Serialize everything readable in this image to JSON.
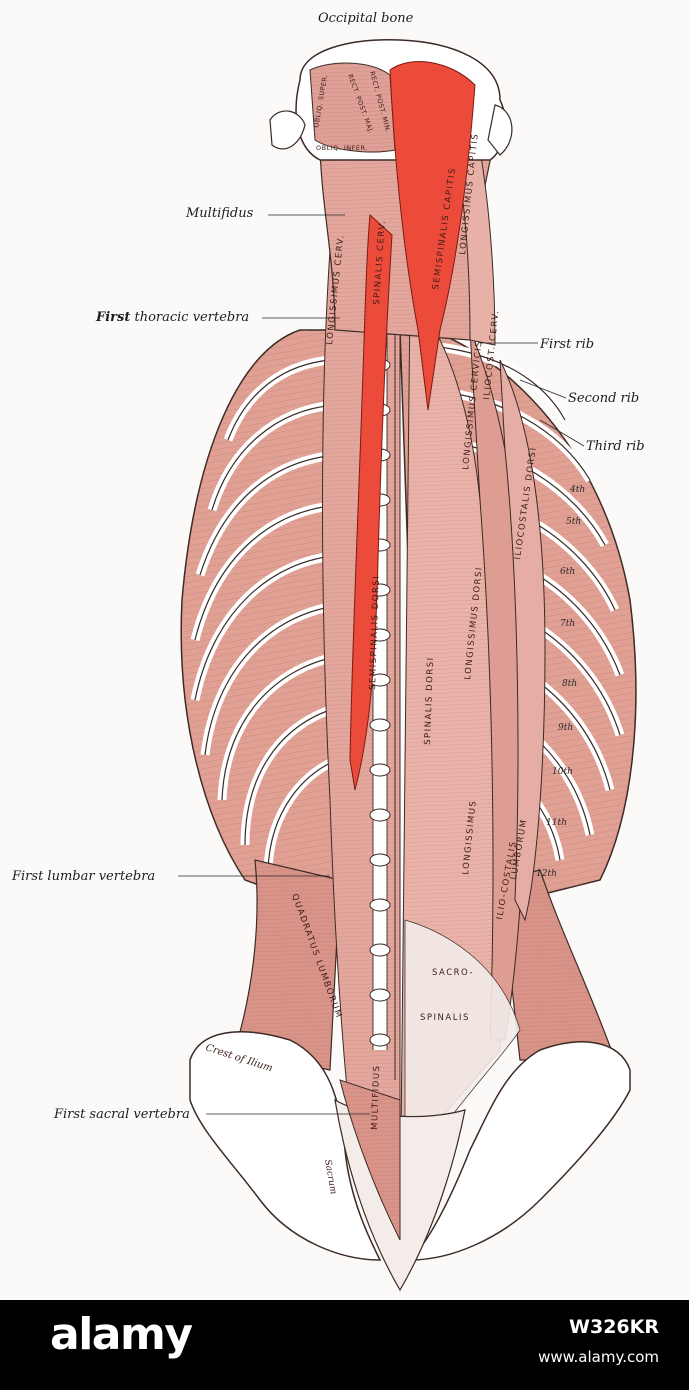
{
  "labels": {
    "occipital_bone": "Occipital bone",
    "multifidus": "Multifidus",
    "first_thoracic_vertebra_bold": "First",
    "first_thoracic_vertebra_rest": " thoracic vertebra",
    "first_rib": "First rib",
    "second_rib": "Second rib",
    "third_rib": "Third rib",
    "first_lumbar_vertebra": "First lumbar vertebra",
    "first_sacral_vertebra": "First sacral vertebra"
  },
  "rib_numbers": [
    "4th",
    "5th",
    "6th",
    "7th",
    "8th",
    "9th",
    "10th",
    "11th",
    "12th"
  ],
  "muscle_labels": {
    "semispinalis_capitis": "SEMISPINALIS CAPITIS",
    "longissimus_capitis": "LONGISSIMUS CAPITIS",
    "spinalis_cerv": "SPINALIS CERV.",
    "longissimus_cerv": "LONGISSIMUS CERV.",
    "longissimus_cervicis": "LONGISSIMUS CERVICIS",
    "iliocost_cerv": "ILIOCOST. CERV.",
    "iliocostalis_dorsi": "ILIOCOSTALIS DORSI",
    "semispinalis_dorsi": "SEMISPINALIS DORSI",
    "spinalis_dorsi": "SPINALIS DORSI",
    "longissimus_dorsi": "LONGISSIMUS DORSI",
    "longissimus": "LONGISSIMUS",
    "ilio_costalis": "ILIO-COSTALIS",
    "lumborum": "LUMBORUM",
    "multifidus": "MULTIFIDUS",
    "quadratus_lumborum": "QUADRATUS LUMBORUM",
    "sacro": "SACRO-",
    "spinalis": "SPINALIS",
    "oblig_super": "OBLIQ. SUPER.",
    "rect_post_major": "RECT. POST. MAJ.",
    "rect_post_minor": "RECT. POST. MIN.",
    "oblig_infer": "OBLIQ. INFER.",
    "crest_of_ilium": "Crest of Ilium",
    "sacrum": "Sacrum"
  },
  "colors": {
    "muscle": "#e3a79d",
    "muscle_dark": "#9a5a50",
    "highlight": "#ee4a3a",
    "bone": "#ffffff",
    "outline": "#3b2a26"
  },
  "watermark": {
    "brand": "alamy",
    "image_id": "W326KR",
    "site": "www.alamy.com"
  }
}
